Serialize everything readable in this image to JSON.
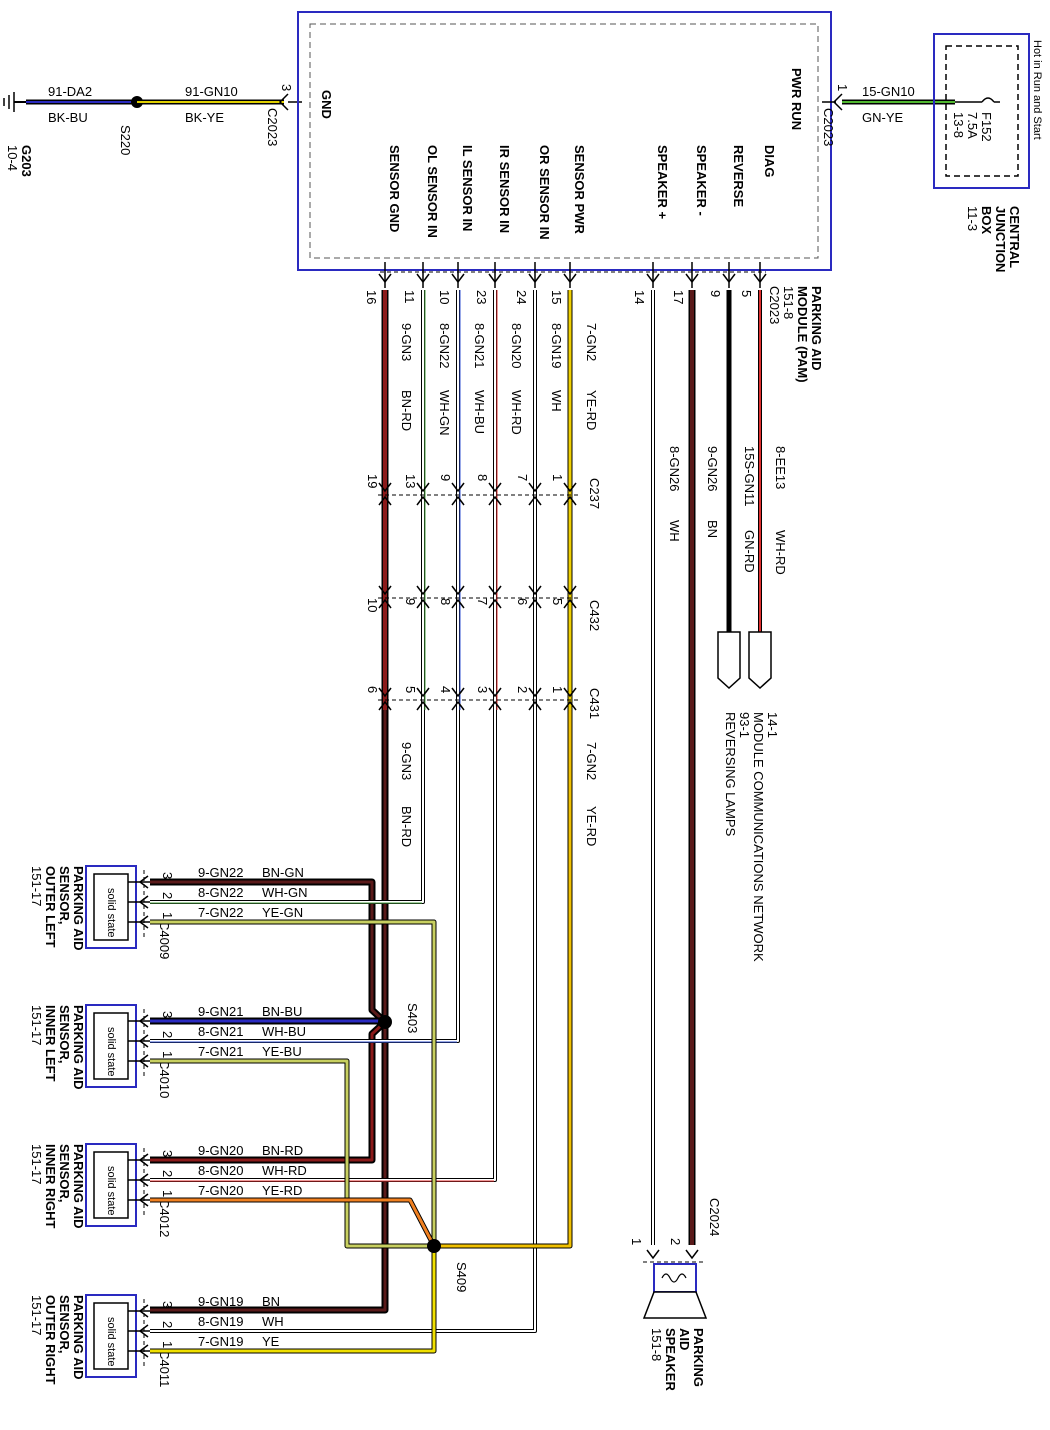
{
  "ground": {
    "name": "G203",
    "ref": "10-4"
  },
  "splices": {
    "s220": "S220",
    "s403": "S403",
    "s409": "S409"
  },
  "wires_top": {
    "gnd_circuit_a": "91-DA2",
    "gnd_color_a": "BK-BU",
    "gnd_circuit_b": "91-GN10",
    "gnd_color_b": "BK-YE",
    "pwr_circuit": "15-GN10",
    "pwr_color": "GN-YE"
  },
  "pam": {
    "connector": "C2023",
    "gnd_pin": "3",
    "pwr_pin": "1",
    "label_gnd": "GND",
    "label_pwr": "PWR RUN",
    "pins": [
      {
        "label": "SENSOR GND",
        "num": "16"
      },
      {
        "label": "OL SENSOR IN",
        "num": "11"
      },
      {
        "label": "IL SENSOR IN",
        "num": "10"
      },
      {
        "label": "IR SENSOR IN",
        "num": "23"
      },
      {
        "label": "OR SENSOR IN",
        "num": "24"
      },
      {
        "label": "SENSOR PWR",
        "num": "15"
      },
      {
        "label": "SPEAKER +",
        "num": "14"
      },
      {
        "label": "SPEAKER -",
        "num": "17"
      },
      {
        "label": "REVERSE",
        "num": "9"
      },
      {
        "label": "DIAG",
        "num": "5"
      }
    ],
    "name_lines": [
      "PARKING AID",
      "MODULE (PAM)",
      "151-8"
    ]
  },
  "fuse": {
    "hot": "Hot in Run and Start",
    "id": "F152",
    "rating": "7.5A",
    "ref": "13-8"
  },
  "cjb": {
    "lines": [
      "CENTRAL",
      "JUNCTION",
      "BOX",
      "11-3"
    ]
  },
  "harness": {
    "sensor_circuits": [
      {
        "circuit": "9-GN3",
        "color": "BN-RD"
      },
      {
        "circuit": "8-GN22",
        "color": "WH-GN"
      },
      {
        "circuit": "8-GN21",
        "color": "WH-BU"
      },
      {
        "circuit": "8-GN20",
        "color": "WH-RD"
      },
      {
        "circuit": "8-GN19",
        "color": "WH"
      },
      {
        "circuit": "7-GN2",
        "color": "YE-RD"
      }
    ],
    "c237": {
      "name": "C237",
      "pins": [
        "19",
        "13",
        "9",
        "8",
        "7",
        "1"
      ]
    },
    "c432": {
      "name": "C432",
      "pins": [
        "10",
        "9",
        "8",
        "7",
        "6",
        "5"
      ]
    },
    "c431": {
      "name": "C431",
      "pins": [
        "6",
        "5",
        "4",
        "3",
        "2",
        "1"
      ]
    },
    "lower_gnd": {
      "circuit": "9-GN3",
      "color": "BN-RD"
    },
    "lower_pwr": {
      "circuit": "7-GN2",
      "color": "YE-RD"
    },
    "right_wires": [
      {
        "circuit": "8-GN26",
        "color": "WH"
      },
      {
        "circuit": "9-GN26",
        "color": "BN"
      },
      {
        "circuit": "15S-GN11",
        "color": "GN-RD"
      },
      {
        "circuit": "8-EE13",
        "color": "WH-RD"
      }
    ]
  },
  "refs": {
    "module_net_ref": "14-1",
    "module_net": "MODULE COMMUNICATIONS NETWORK",
    "reverse_ref": "93-1",
    "reverse": "REVERSING LAMPS"
  },
  "sensors": [
    {
      "name": [
        "PARKING AID",
        "SENSOR,",
        "OUTER LEFT",
        "151-17"
      ],
      "connector": "C4009",
      "body": "solid state",
      "wires": [
        {
          "pin": "3",
          "circuit": "9-GN22",
          "color": "BN-GN"
        },
        {
          "pin": "2",
          "circuit": "8-GN22",
          "color": "WH-GN"
        },
        {
          "pin": "1",
          "circuit": "7-GN22",
          "color": "YE-GN"
        }
      ]
    },
    {
      "name": [
        "PARKING AID",
        "SENSOR,",
        "INNER LEFT",
        "151-17"
      ],
      "connector": "C4010",
      "body": "solid state",
      "wires": [
        {
          "pin": "3",
          "circuit": "9-GN21",
          "color": "BN-BU"
        },
        {
          "pin": "2",
          "circuit": "8-GN21",
          "color": "WH-BU"
        },
        {
          "pin": "1",
          "circuit": "7-GN21",
          "color": "YE-BU"
        }
      ]
    },
    {
      "name": [
        "PARKING AID",
        "SENSOR,",
        "INNER RIGHT",
        "151-17"
      ],
      "connector": "C4012",
      "body": "solid state",
      "wires": [
        {
          "pin": "3",
          "circuit": "9-GN20",
          "color": "BN-RD"
        },
        {
          "pin": "2",
          "circuit": "8-GN20",
          "color": "WH-RD"
        },
        {
          "pin": "1",
          "circuit": "7-GN20",
          "color": "YE-RD"
        }
      ]
    },
    {
      "name": [
        "PARKING AID",
        "SENSOR,",
        "OUTER RIGHT",
        "151-17"
      ],
      "connector": "C4011",
      "body": "solid state",
      "wires": [
        {
          "pin": "3",
          "circuit": "9-GN19",
          "color": "BN"
        },
        {
          "pin": "2",
          "circuit": "8-GN19",
          "color": "WH"
        },
        {
          "pin": "1",
          "circuit": "7-GN19",
          "color": "YE"
        }
      ]
    }
  ],
  "speaker": {
    "connector": "C2024",
    "pin1": "1",
    "pin2": "2",
    "name": [
      "PARKING",
      "AID",
      "SPEAKER",
      "151-8"
    ]
  }
}
